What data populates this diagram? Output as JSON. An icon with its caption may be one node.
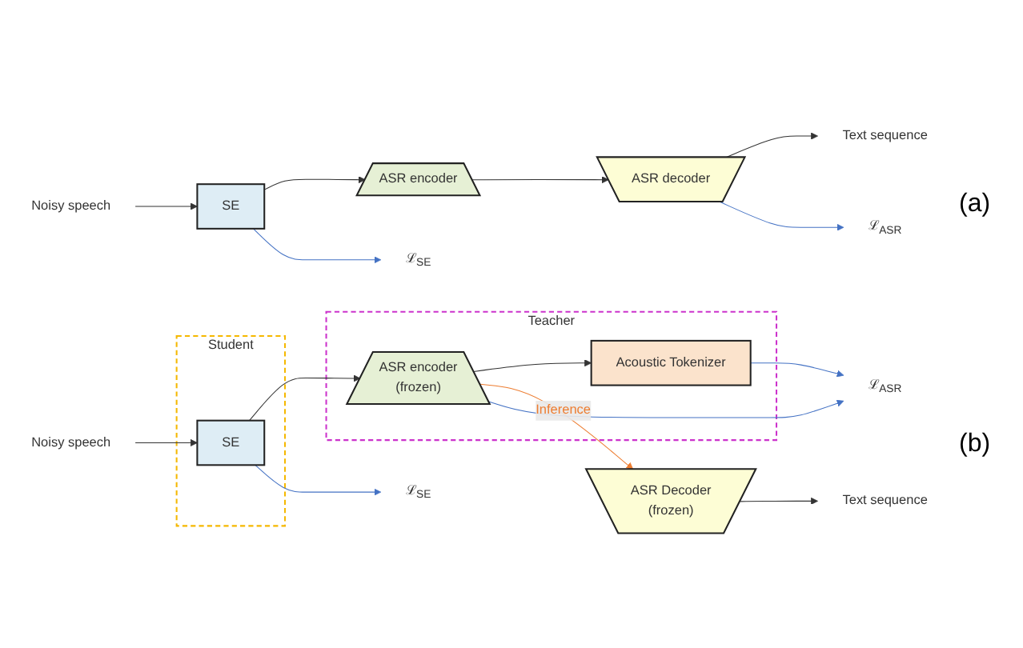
{
  "diagram": {
    "nodes": [
      {
        "text": [
          "Noisy speech"
        ]
      },
      {
        "text": [
          "SE"
        ]
      },
      {
        "text": [
          "ASR encoder"
        ]
      },
      {
        "text": [
          "ASR decoder"
        ]
      },
      {
        "text": [
          "Text sequence"
        ]
      },
      {
        "text": [
          "ℒ$_{SE}$"
        ]
      },
      {
        "text": [
          "ℒ$_{ASR}$"
        ]
      },
      {
        "text": [
          "Noisy speech"
        ]
      },
      {
        "text": [
          "Student"
        ]
      },
      {
        "text": [
          "SE"
        ],
        "in": 8
      },
      {
        "text": [
          "Teacher"
        ]
      },
      {
        "text": [
          "ASR encoder",
          "(frozen)"
        ],
        "in": 10
      },
      {
        "text": [
          "Acoustic Tokenizer"
        ],
        "in": 10
      },
      {
        "text": [
          "ASR Decoder",
          "(frozen)"
        ]
      },
      {
        "text": [
          "Text sequence"
        ]
      },
      {
        "text": [
          "ℒ$_{SE}$"
        ]
      },
      {
        "text": [
          "ℒ$_{ASR}$"
        ]
      }
    ],
    "edges": [
      {
        "from": 0,
        "to": 1,
        "arrow": "to"
      },
      {
        "from": 1,
        "to": 2,
        "arrow": "to"
      },
      {
        "from": 2,
        "to": 3,
        "arrow": "to"
      },
      {
        "from": 3,
        "to": 4,
        "arrow": "to"
      },
      {
        "from": 1,
        "to": 5,
        "arrow": "to",
        "color": "#4472c4"
      },
      {
        "from": 3,
        "to": 6,
        "arrow": "to",
        "color": "#4472c4"
      },
      {
        "from": 7,
        "to": 9,
        "arrow": "to"
      },
      {
        "from": 9,
        "to": 11,
        "arrow": "to"
      },
      {
        "from": 11,
        "to": 12,
        "arrow": "to"
      },
      {
        "from": 11,
        "to": 13,
        "arrow": "to",
        "label": "Inference",
        "color": "#ed7d31"
      },
      {
        "from": 13,
        "to": 14,
        "arrow": "to"
      },
      {
        "from": 9,
        "to": 15,
        "arrow": "to",
        "color": "#4472c4"
      },
      {
        "from": 11,
        "to": 16,
        "arrow": "to",
        "color": "#4472c4"
      },
      {
        "from": 12,
        "to": 16,
        "arrow": "to",
        "color": "#4472c4"
      }
    ],
    "labels": [
      "(a)",
      "(b)"
    ]
  }
}
